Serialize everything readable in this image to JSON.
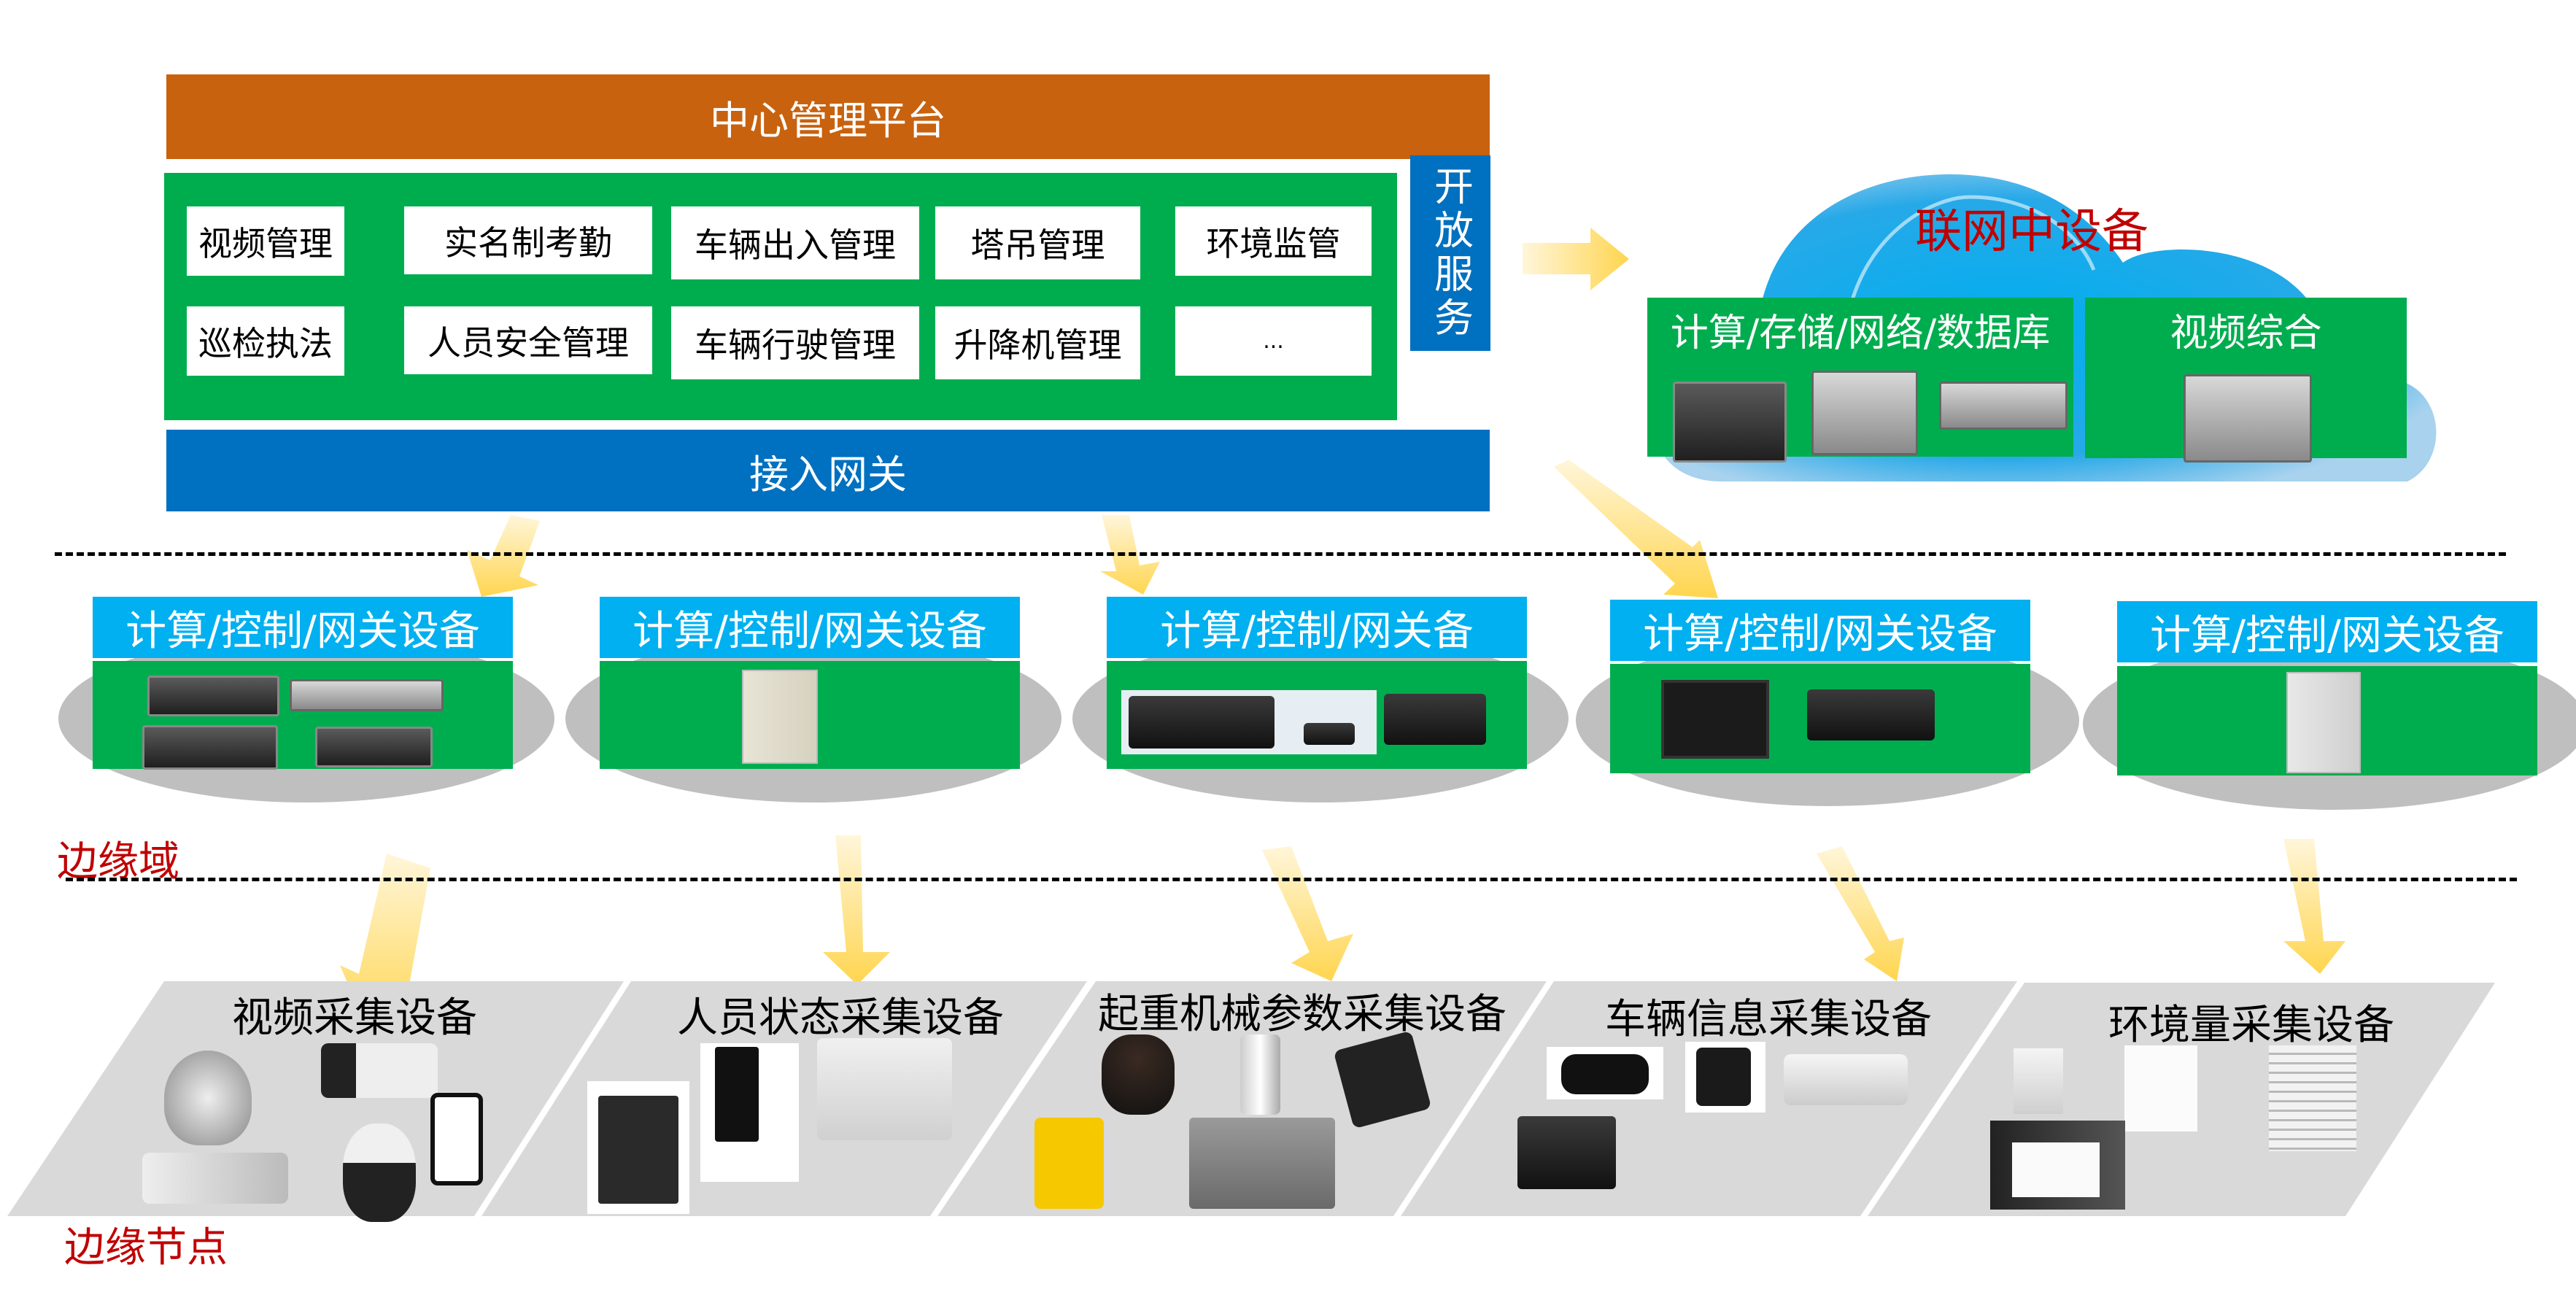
{
  "center_platform": {
    "title": "中心管理平台",
    "apps": [
      [
        "视频管理",
        "实名制考勤",
        "车辆出入管理",
        "塔吊管理",
        "环境监管"
      ],
      [
        "巡检执法",
        "人员安全管理",
        "车辆行驶管理",
        "升降机管理",
        "..."
      ]
    ],
    "open_service": "开放服务",
    "access_gateway": "接入网关"
  },
  "cloud": {
    "title": "联网中设备",
    "boxes": [
      {
        "label": "计算/存储/网络/数据库",
        "devices": [
          "blade-server",
          "storage-server",
          "rack-server"
        ]
      },
      {
        "label": "视频综合",
        "devices": [
          "storage-server"
        ]
      }
    ]
  },
  "edge_domain": {
    "label": "边缘域",
    "gateways": [
      {
        "label": "计算/控制/网关设备",
        "devices": [
          "nvr",
          "rack-server",
          "storage-chassis",
          "disk-array"
        ]
      },
      {
        "label": "计算/控制/网关设备",
        "devices": [
          "access-controller-cabinet"
        ]
      },
      {
        "label": "计算/控制/网关备",
        "devices": [
          "io-controller",
          "wireless-gateway",
          "edge-box"
        ]
      },
      {
        "label": "计算/控制/网关设备",
        "devices": [
          "monitor",
          "mobile-dvr"
        ]
      },
      {
        "label": "计算/控制/网关设备",
        "devices": [
          "control-cabinet"
        ]
      }
    ]
  },
  "edge_nodes": {
    "label": "边缘节点",
    "segments": [
      {
        "title": "视频采集设备",
        "devices": [
          "panoramic-dome-camera",
          "bullet-camera",
          "mobile-phone",
          "bullet-camera",
          "ptz-dome-camera"
        ]
      },
      {
        "title": "人员状态采集设备",
        "devices": [
          "card-reader",
          "face-recognition-terminal",
          "hikvision-box"
        ]
      },
      {
        "title": "起重机械参数采集设备",
        "devices": [
          "anemometer",
          "load-cell",
          "display-terminal",
          "limit-switch",
          "tilt-sensor"
        ]
      },
      {
        "title": "车辆信息采集设备",
        "devices": [
          "dash-camera",
          "box-camera",
          "lpr-camera",
          "vehicle-controller"
        ]
      },
      {
        "title": "环境量采集设备",
        "devices": [
          "wind-vane",
          "wind-propeller",
          "weather-shield",
          "sensor-box"
        ]
      }
    ]
  },
  "colors": {
    "platform": "#C8620E",
    "apps_panel": "#00AD4E",
    "blue_bar": "#0070C0",
    "cyan_label": "#00B0F0",
    "red_label": "#C00000",
    "arrow": "#FFD966",
    "gray": "#D9D9D9"
  }
}
